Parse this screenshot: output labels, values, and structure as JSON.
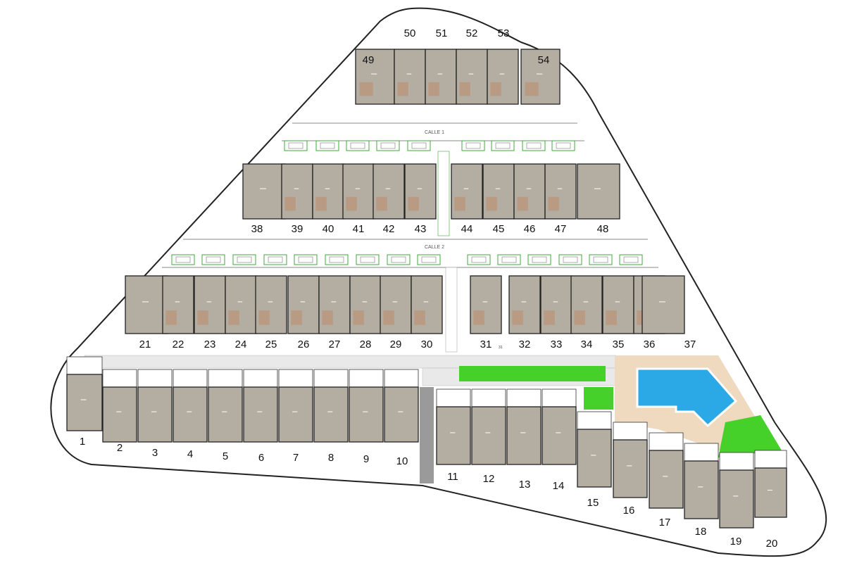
{
  "title": "Site plan",
  "streets": {
    "calle1": "CALLE 1",
    "calle2": "CALLE 2"
  },
  "rows": {
    "top": [
      "49",
      "50",
      "51",
      "52",
      "53",
      "54"
    ],
    "middle": [
      "38",
      "39",
      "40",
      "41",
      "42",
      "43",
      "44",
      "45",
      "46",
      "47",
      "48"
    ],
    "lower": [
      "21",
      "22",
      "23",
      "24",
      "25",
      "26",
      "27",
      "28",
      "29",
      "30",
      "31",
      "32",
      "33",
      "34",
      "35",
      "36",
      "37"
    ],
    "bottom": [
      "1",
      "2",
      "3",
      "4",
      "5",
      "6",
      "7",
      "8",
      "9",
      "10",
      "11",
      "12",
      "13",
      "14",
      "15",
      "16",
      "17",
      "18",
      "19",
      "20"
    ]
  },
  "sublabel_31": "31",
  "colors": {
    "building": "#b3ada2",
    "terrace": "#b99a83",
    "outline": "#222222",
    "parking": "#3fa83a",
    "grass": "#45d12a",
    "pool": "#2aa9e6",
    "deck": "#efd9bf",
    "paving": "#e6e6e6"
  }
}
